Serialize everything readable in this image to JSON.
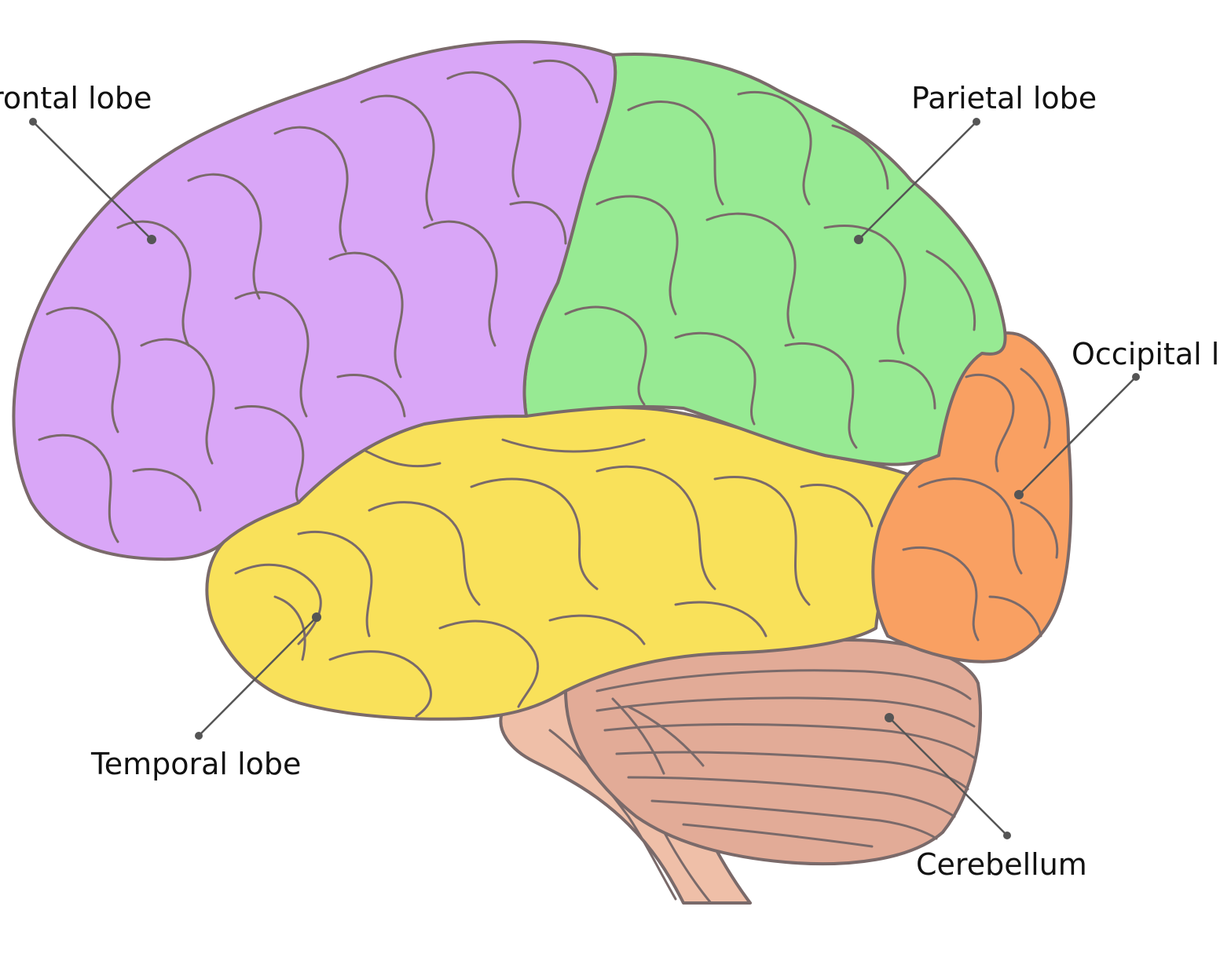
{
  "labels": {
    "frontal": "Frontal lobe",
    "parietal": "Parietal lobe",
    "occipital": "Occipital lobe",
    "temporal": "Temporal lobe",
    "cerebellum": "Cerebellum"
  },
  "colors": {
    "frontal": "#d9a6f7",
    "parietal": "#97ea93",
    "temporal": "#f9e15a",
    "occipital": "#f9a062",
    "cerebellum": "#e2ab97",
    "brainstem": "#efbfa8",
    "outline": "#7a6a6a",
    "leader": "#555555"
  }
}
